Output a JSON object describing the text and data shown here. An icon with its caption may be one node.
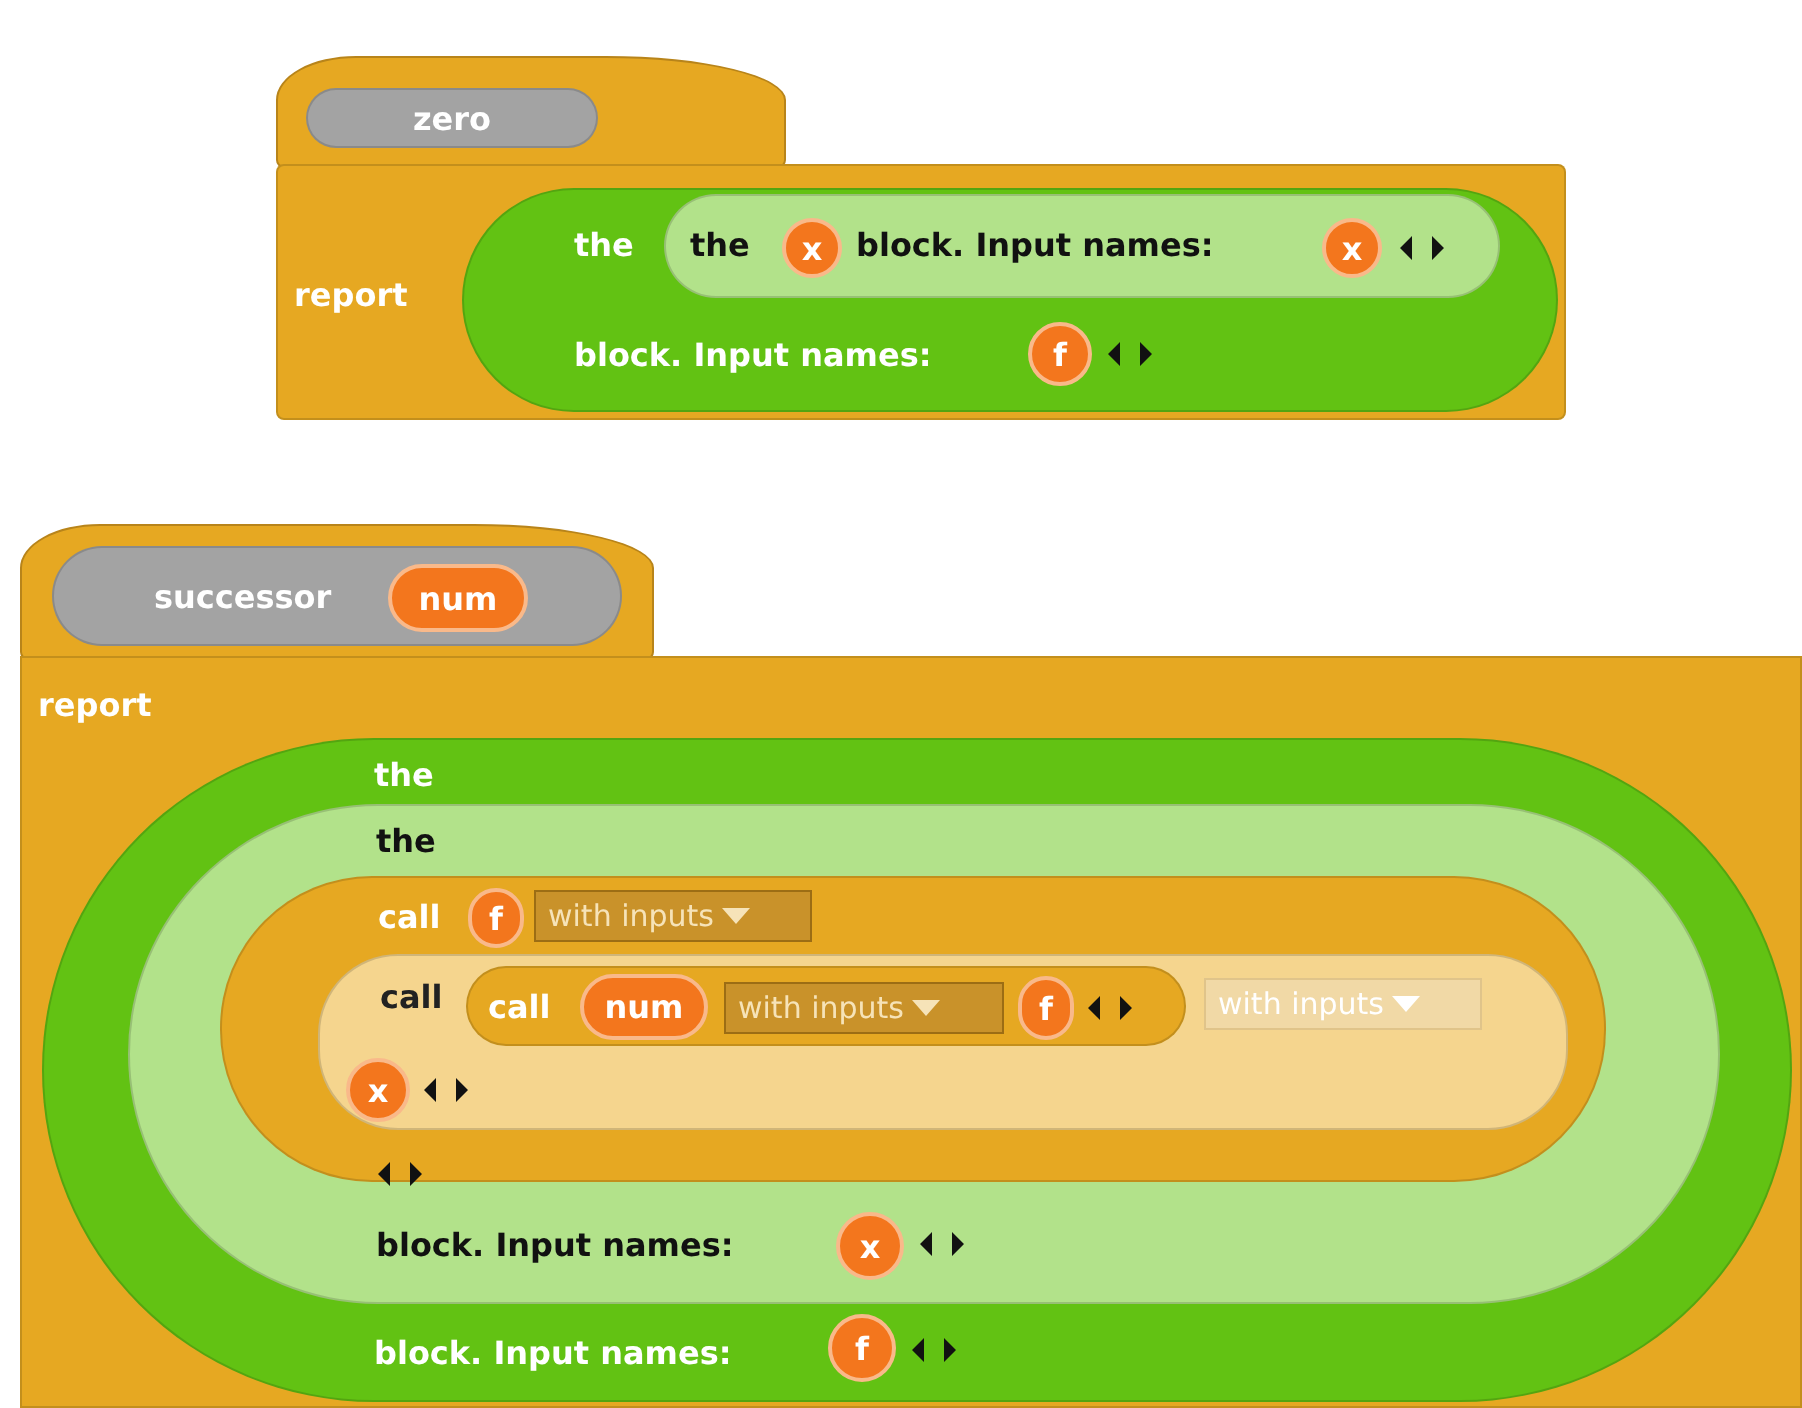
{
  "diagram": {
    "nodes": [
      {
        "text": [],
        "shape": "box"
      },
      {
        "text": [
          "zero"
        ],
        "in": 0
      },
      {
        "text": [
          "report"
        ]
      },
      {
        "text": [
          "the",
          "block. Input names:"
        ],
        "in": 2
      },
      {
        "text": [
          "the",
          "block. Input names:"
        ],
        "in": 3
      },
      {
        "text": [
          "x"
        ],
        "in": 4
      },
      {
        "text": [
          "x"
        ],
        "in": 4
      },
      {
        "text": [
          "f"
        ],
        "in": 3
      },
      {
        "text": [],
        "shape": "box"
      },
      {
        "text": [
          "successor"
        ],
        "in": 8
      },
      {
        "text": [
          "num"
        ],
        "in": 9
      },
      {
        "text": [
          "report"
        ]
      },
      {
        "text": [
          "the",
          "block. Input names:"
        ],
        "in": 11
      },
      {
        "text": [
          "the",
          "block. Input names:"
        ],
        "in": 12
      },
      {
        "text": [
          "call"
        ],
        "in": 13
      },
      {
        "text": [
          "f"
        ],
        "in": 14
      },
      {
        "text": [
          "with inputs"
        ],
        "in": 14
      },
      {
        "text": [
          "call"
        ],
        "in": 14
      },
      {
        "text": [
          "call"
        ],
        "in": 17
      },
      {
        "text": [
          "num"
        ],
        "in": 18
      },
      {
        "text": [
          "with inputs"
        ],
        "in": 18
      },
      {
        "text": [
          "f"
        ],
        "in": 18
      },
      {
        "text": [
          "with inputs"
        ],
        "in": 17
      },
      {
        "text": [
          "x"
        ],
        "in": 17
      },
      {
        "text": [
          "x"
        ],
        "in": 13
      },
      {
        "text": [
          "f"
        ],
        "in": 12
      }
    ]
  }
}
